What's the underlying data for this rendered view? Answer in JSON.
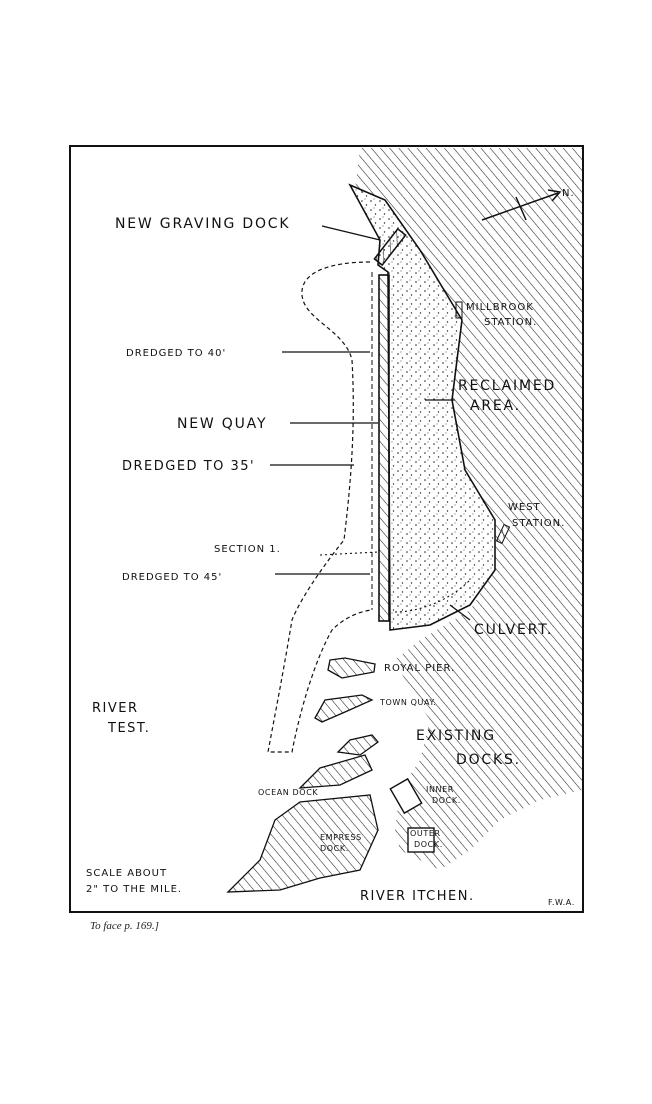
{
  "labels": {
    "new_graving_dock": "NEW GRAVING DOCK",
    "millbrook_station_1": "MILLBROOK",
    "millbrook_station_2": "STATION.",
    "dredged_40": "DREDGED TO 40'",
    "reclaimed_area_1": "RECLAIMED",
    "reclaimed_area_2": "AREA.",
    "new_quay": "NEW QUAY",
    "dredged_35": "DREDGED TO 35'",
    "west_station_1": "WEST",
    "west_station_2": "STATION.",
    "section_1": "SECTION 1.",
    "dredged_45": "DREDGED TO 45'",
    "culvert": "CULVERT.",
    "royal_pier": "ROYAL PIER.",
    "town_quay": "TOWN QUAY.",
    "river_test_1": "RIVER",
    "river_test_2": "TEST.",
    "existing_docks_1": "EXISTING",
    "existing_docks_2": "DOCKS.",
    "ocean_dock": "OCEAN DOCK",
    "inner_dock_1": "INNER",
    "inner_dock_2": "DOCK.",
    "empress_dock_1": "EMPRESS",
    "empress_dock_2": "DOCK.",
    "outer_dock_1": "OUTER",
    "outer_dock_2": "DOCK.",
    "scale_1": "SCALE ABOUT",
    "scale_2": "2\" TO THE MILE.",
    "river_itchen": "RIVER ITCHEN.",
    "signature": "F.W.A.",
    "north": "N."
  },
  "caption": "To face p. 169.]"
}
